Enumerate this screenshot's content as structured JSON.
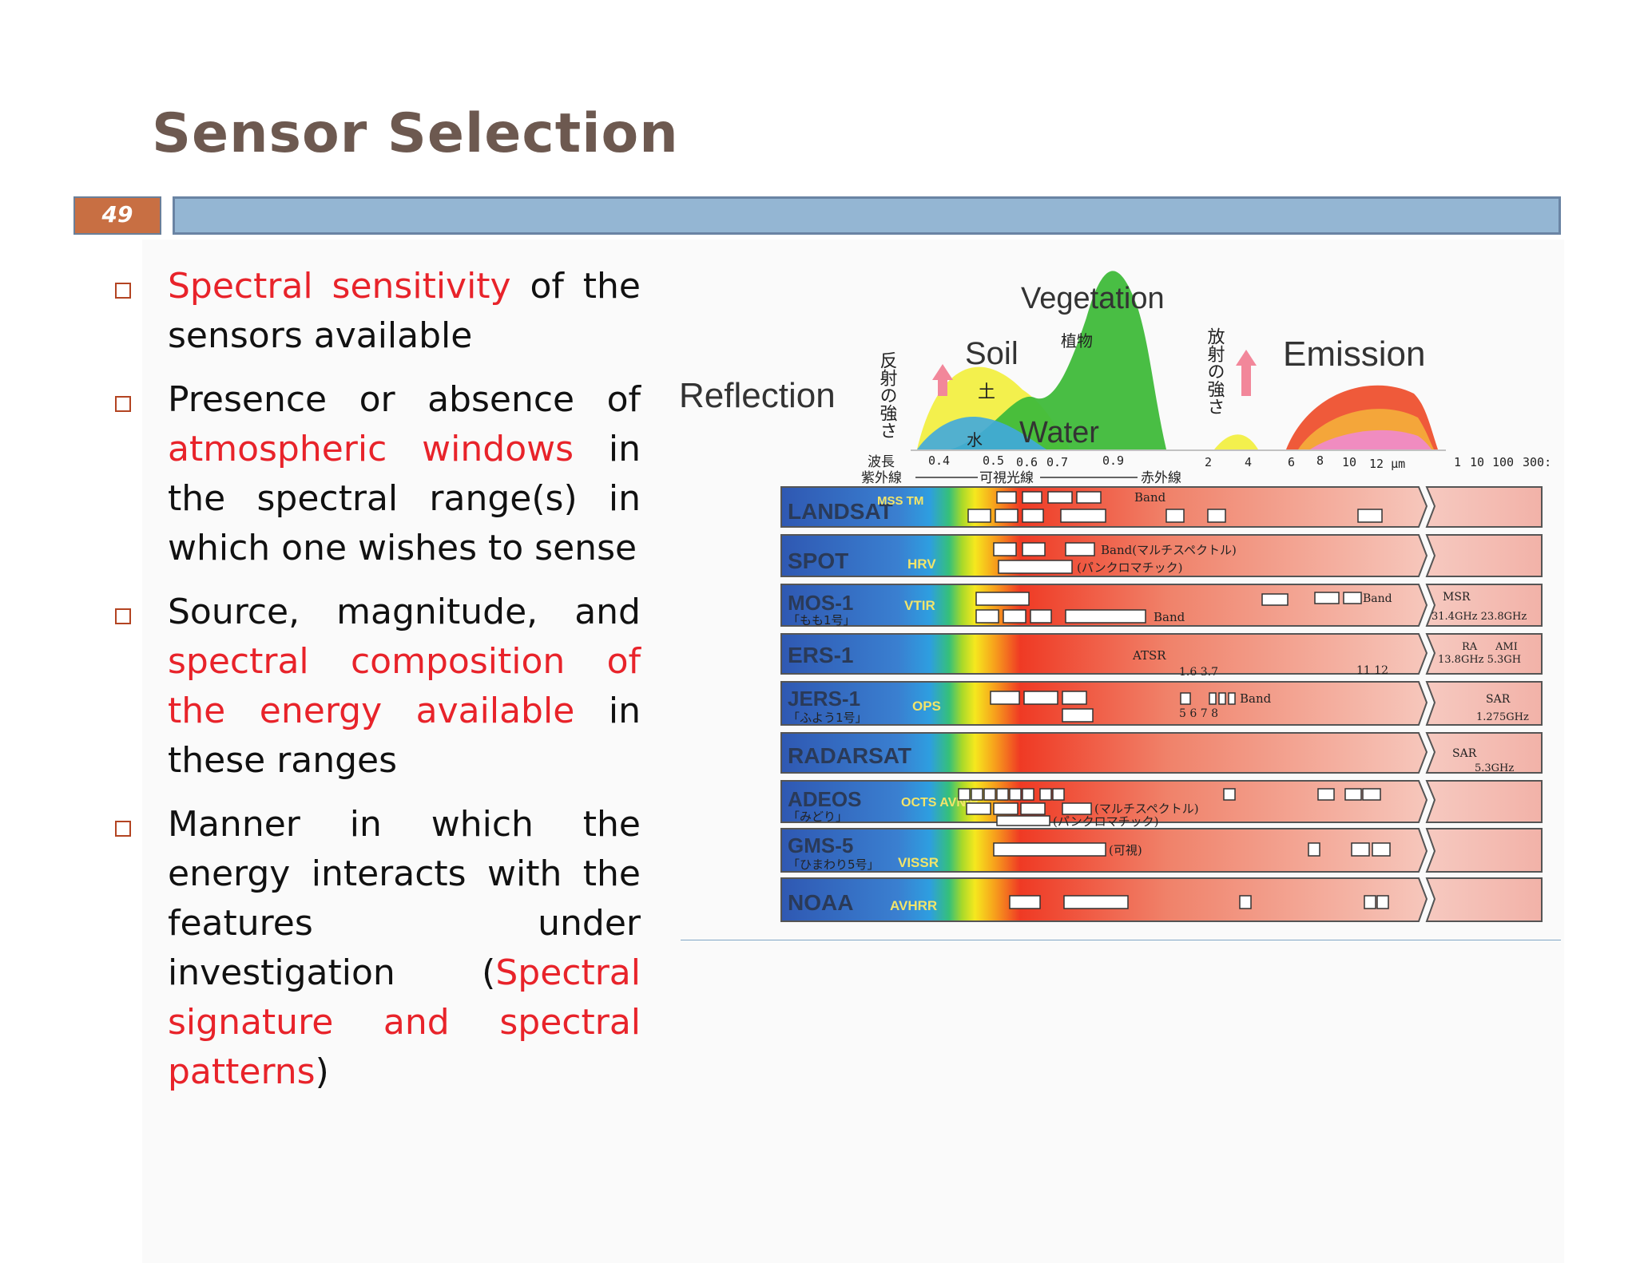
{
  "slide": {
    "title": "Sensor Selection",
    "number": "49"
  },
  "bullets": [
    {
      "parts": [
        {
          "text": "Spectral sensitivity",
          "hl": true
        },
        {
          "text": " of the sensors available",
          "hl": false
        }
      ]
    },
    {
      "parts": [
        {
          "text": " Presence or absence of ",
          "hl": false
        },
        {
          "text": "atmospheric windows",
          "hl": true
        },
        {
          "text": " in the spectral range(s) in which one wishes to sense",
          "hl": false
        }
      ]
    },
    {
      "parts": [
        {
          "text": " Source, magnitude, and ",
          "hl": false
        },
        {
          "text": "spectral composition of the energy available",
          "hl": true
        },
        {
          "text": " in these ranges",
          "hl": false
        }
      ]
    },
    {
      "parts": [
        {
          "text": " Manner in which the energy interacts with the features under investigation (",
          "hl": false
        },
        {
          "text": "Spectral signature and spectral patterns",
          "hl": true
        },
        {
          "text": ")",
          "hl": false
        }
      ]
    }
  ],
  "figure": {
    "labels": {
      "reflection": "Reflection",
      "soil": "Soil",
      "vegetation": "Vegetation",
      "water": "Water",
      "emission": "Emission",
      "soil_jp": "土",
      "veg_jp": "植物",
      "water_jp": "水",
      "refl_intensity_jp": "反射の強さ",
      "emis_intensity_jp": "放射の強さ"
    },
    "axis": {
      "wavelength_jp": "波長",
      "uv_jp": "紫外線",
      "visible_jp": "可視光線",
      "ir_jp": "赤外線",
      "ticks": [
        "0.4",
        "0.5",
        "0.6",
        "0.7",
        "0.9",
        "2",
        "4",
        "6",
        "8",
        "10",
        "12 μm",
        "1",
        "10",
        "100",
        "300:"
      ]
    },
    "sensors": [
      {
        "name": "LANDSAT",
        "sub": "",
        "instrument": "MSS TM"
      },
      {
        "name": "SPOT",
        "sub": "",
        "instrument": "HRV"
      },
      {
        "name": "MOS-1",
        "sub": "「もも1号」",
        "instrument": "VTIR"
      },
      {
        "name": "ERS-1",
        "sub": "",
        "instrument": ""
      },
      {
        "name": "JERS-1",
        "sub": "「ふよう1号」",
        "instrument": "OPS"
      },
      {
        "name": "RADARSAT",
        "sub": "",
        "instrument": ""
      },
      {
        "name": "ADEOS",
        "sub": "「みどり」",
        "instrument": "OCTS AVNIR"
      },
      {
        "name": "GMS-5",
        "sub": "「ひまわり5号」",
        "instrument": "VISSR"
      },
      {
        "name": "NOAA",
        "sub": "",
        "instrument": "AVHRR"
      }
    ],
    "band_notes": {
      "band": "Band",
      "band_multispectral": "Band(マルチスペクトル)",
      "panchromatic": "(パンクロマチック)",
      "multispectral": "(マルチスペクトル)",
      "visible": "(可視)",
      "atsr": "ATSR",
      "msr": "MSR",
      "ra": "RA",
      "ami": "AMI",
      "sar": "SAR"
    },
    "microwave_values": {
      "mos1": "31.4GHz 23.8GHz",
      "ers1": "13.8GHz  5.3GH",
      "jers1": "1.275GHz",
      "radarsat": "5.3GHz",
      "ers1_ir": "1.6   3.7",
      "ers1_tir": "11  12",
      "jers1_swir": "5  6 7 8"
    }
  }
}
